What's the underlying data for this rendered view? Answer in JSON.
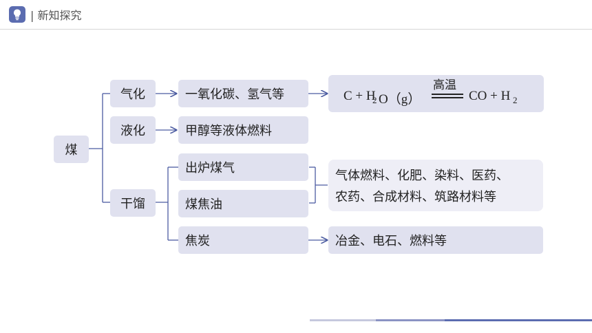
{
  "header": {
    "title": "| 新知探究",
    "icon": "lightbulb-icon"
  },
  "diagram": {
    "root": "煤",
    "methods": [
      "气化",
      "液化",
      "干馏"
    ],
    "products": {
      "gasification": "一氧化碳、氢气等",
      "liquefaction": "甲醇等液体燃料",
      "coke_gas": "出炉煤气",
      "coal_tar": "煤焦油",
      "coke": "焦炭"
    },
    "equation": {
      "left": "C + H",
      "left_sub": "2",
      "left_rest": "O（g）",
      "condition": "高温",
      "right": "CO + H",
      "right_sub": "2"
    },
    "uses": {
      "line1": "气体燃料、化肥、染料、医药、",
      "line2": "农药、合成材料、筑路材料等",
      "coke_use": "冶金、电石、燃料等"
    }
  },
  "colors": {
    "accent": "#5b6cb0",
    "box": "#e0e1ef",
    "line": "#4a5aa0"
  }
}
